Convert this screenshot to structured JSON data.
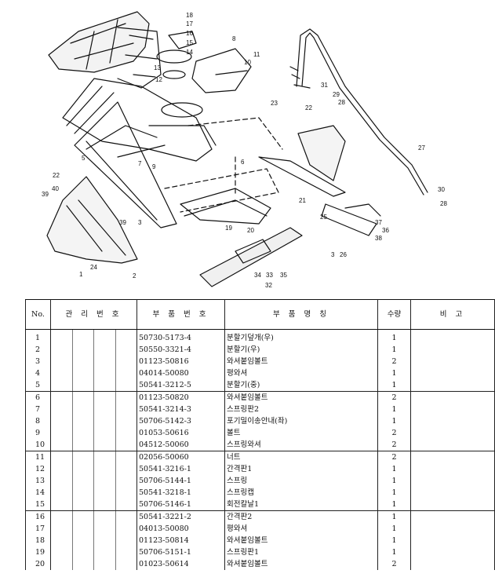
{
  "callouts": [
    "18",
    "17",
    "16",
    "15",
    "14",
    "13",
    "12",
    "8",
    "10",
    "11",
    "23",
    "9",
    "6",
    "7",
    "5",
    "22",
    "40",
    "39",
    "39",
    "3",
    "2",
    "1",
    "24",
    "19",
    "20",
    "34",
    "33",
    "35",
    "32",
    "31",
    "29",
    "28",
    "22",
    "27",
    "21",
    "25",
    "26",
    "36",
    "37",
    "38",
    "30",
    "28",
    "3"
  ],
  "table": {
    "headers": {
      "no": "No.",
      "mgmt": "관 리 번 호",
      "part_no": "부 품 번 호",
      "name": "부 품 명 칭",
      "qty": "수량",
      "note": "비 고"
    },
    "rows": [
      {
        "no": "1",
        "part": "50730-5173-4",
        "name": "분할기덮개(우)",
        "qty": "1"
      },
      {
        "no": "2",
        "part": "50550-3321-4",
        "name": "분할기(우)",
        "qty": "1"
      },
      {
        "no": "3",
        "part": "01123-50816",
        "name": "와셔붙임볼트",
        "qty": "2"
      },
      {
        "no": "4",
        "part": "04014-50080",
        "name": "평와셔",
        "qty": "1"
      },
      {
        "no": "5",
        "part": "50541-3212-5",
        "name": "분할기(중)",
        "qty": "1"
      },
      {
        "no": "6",
        "part": "01123-50820",
        "name": "와셔붙임볼트",
        "qty": "2"
      },
      {
        "no": "7",
        "part": "50541-3214-3",
        "name": "스프링판2",
        "qty": "1"
      },
      {
        "no": "8",
        "part": "50706-5142-3",
        "name": "포기밀이송안내(좌)",
        "qty": "1"
      },
      {
        "no": "9",
        "part": "01053-50616",
        "name": "볼트",
        "qty": "2"
      },
      {
        "no": "10",
        "part": "04512-50060",
        "name": "스프링와셔",
        "qty": "2"
      },
      {
        "no": "11",
        "part": "02056-50060",
        "name": "너트",
        "qty": "2"
      },
      {
        "no": "12",
        "part": "50541-3216-1",
        "name": "간격판1",
        "qty": "1"
      },
      {
        "no": "13",
        "part": "50706-5144-1",
        "name": "스프링",
        "qty": "1"
      },
      {
        "no": "14",
        "part": "50541-3218-1",
        "name": "스프링캡",
        "qty": "1"
      },
      {
        "no": "15",
        "part": "50706-5146-1",
        "name": "회전칼날1",
        "qty": "1"
      },
      {
        "no": "16",
        "part": "50541-3221-2",
        "name": "간격판2",
        "qty": "1"
      },
      {
        "no": "17",
        "part": "04013-50080",
        "name": "평와셔",
        "qty": "1"
      },
      {
        "no": "18",
        "part": "01123-50814",
        "name": "와셔붙임볼트",
        "qty": "1"
      },
      {
        "no": "19",
        "part": "50706-5151-1",
        "name": "스프링판1",
        "qty": "1"
      },
      {
        "no": "20",
        "part": "01023-50614",
        "name": "와셔붙임볼트",
        "qty": "2"
      }
    ]
  }
}
